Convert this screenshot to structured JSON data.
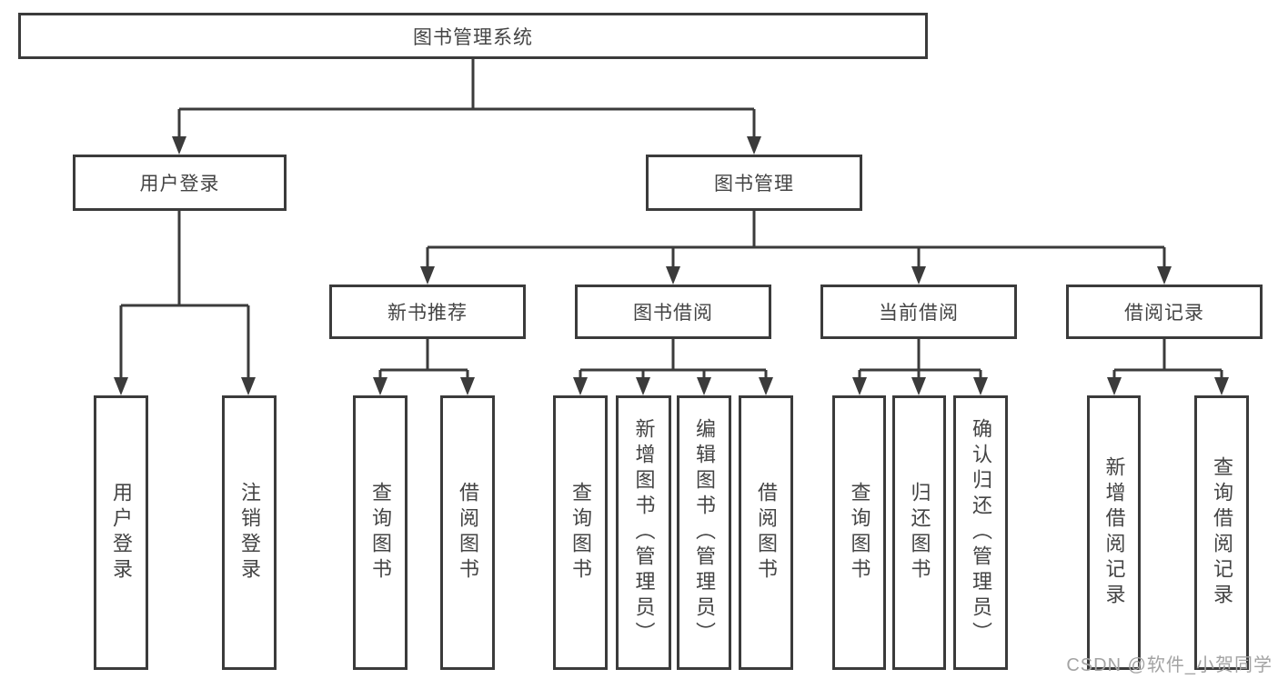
{
  "tree": {
    "label": "图书管理系统",
    "children": [
      {
        "label": "用户登录",
        "children": [
          {
            "label": "用户登录"
          },
          {
            "label": "注销登录"
          }
        ]
      },
      {
        "label": "图书管理",
        "children": [
          {
            "label": "新书推荐",
            "children": [
              {
                "label": "查询图书"
              },
              {
                "label": "借阅图书"
              }
            ]
          },
          {
            "label": "图书借阅",
            "children": [
              {
                "label": "查询图书"
              },
              {
                "label": "新增图书（管理员）"
              },
              {
                "label": "编辑图书（管理员）"
              },
              {
                "label": "借阅图书"
              }
            ]
          },
          {
            "label": "当前借阅",
            "children": [
              {
                "label": "查询图书"
              },
              {
                "label": "归还图书"
              },
              {
                "label": "确认归还（管理员）"
              }
            ]
          },
          {
            "label": "借阅记录",
            "children": [
              {
                "label": "新增借阅记录"
              },
              {
                "label": "查询借阅记录"
              }
            ]
          }
        ]
      }
    ]
  },
  "watermark": {
    "text": "CSDN @软件_小贺同学"
  },
  "colors": {
    "line": "#3b3b3b",
    "text": "#444444",
    "watermark": "#a3a3a3",
    "bg": "#ffffff"
  }
}
